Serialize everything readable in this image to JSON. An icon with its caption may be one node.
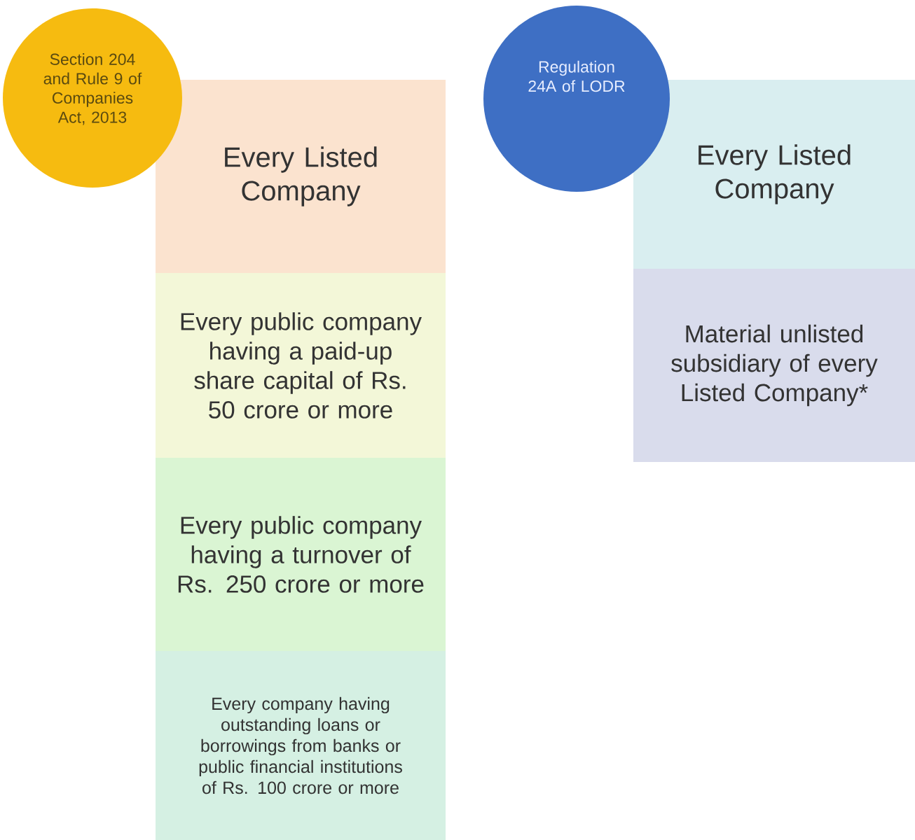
{
  "diagram": {
    "nodes": [
      {
        "text": [
          "Section 204 and Rule 9 of Companies Act, 2013"
        ]
      },
      {
        "text": [
          "Every Listed Company"
        ]
      },
      {
        "text": [
          "Every public company having a paid-up share capital of Rs. 50 crore or more"
        ]
      },
      {
        "text": [
          "Every public company having a turnover of Rs. 250 crore or more"
        ]
      },
      {
        "text": [
          "Every company having outstanding loans or borrowings from banks or public financial institutions of Rs. 100 crore or more"
        ]
      },
      {
        "text": [
          "Regulation 24A of LODR"
        ]
      },
      {
        "text": [
          "Every Listed Company"
        ]
      },
      {
        "text": [
          "Material unlisted subsidiary of every Listed Company*"
        ]
      }
    ]
  }
}
